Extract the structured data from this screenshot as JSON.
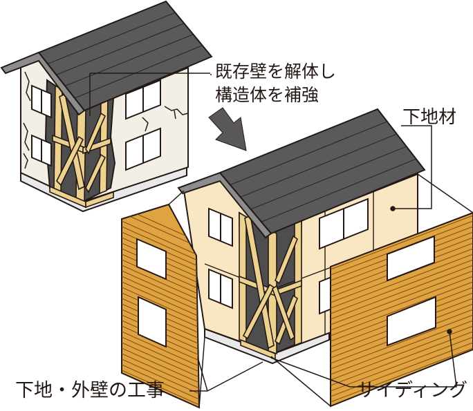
{
  "labels": {
    "existing_wall": [
      "既存壁を解体し",
      "構造体を補強"
    ],
    "base_material": "下地材",
    "base_exterior_work": "下地・外壁の工事",
    "siding": "サイディング"
  },
  "colors": {
    "outline": "#231815",
    "roof": "#5a5a5a",
    "wall_old": "#f4efe6",
    "wall_new": "#f9e7c4",
    "timber": "#ecd28e",
    "wall_dark": "#4e4e4e",
    "siding": "#e0a341",
    "siding_line": "#7b4c10",
    "window_glass": "#ffffff",
    "foundation": "#e9e9ea"
  },
  "icons": [
    "down-right-arrow-icon"
  ]
}
